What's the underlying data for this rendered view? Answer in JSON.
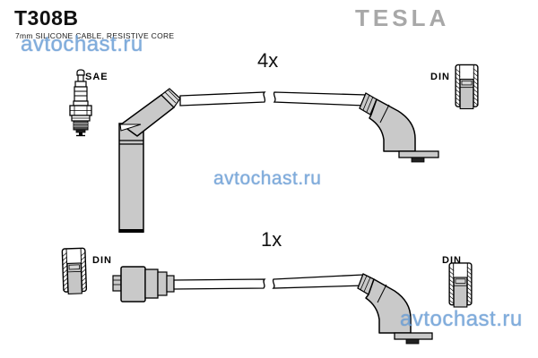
{
  "header": {
    "part_number": "T308B",
    "description": "7mm SILICONE CABLE, RESISTIVE CORE",
    "brand": "TESLA"
  },
  "watermark": {
    "text": "avtochast.ru",
    "color": "#6b9fd6"
  },
  "diagram": {
    "set_top": {
      "quantity": "4x",
      "left_end_standard": "SAE",
      "right_end_standard": "DIN",
      "left_icon": "spark-plug-icon",
      "right_icon": "din-connector-icon"
    },
    "set_bottom": {
      "quantity": "1x",
      "left_end_standard": "DIN",
      "right_end_standard": "DIN",
      "left_icon": "din-connector-icon",
      "right_icon": "din-connector-icon"
    }
  },
  "colors": {
    "boot_fill": "#c9c9c9",
    "line": "#000000",
    "brand_gray": "#a8a8a8",
    "watermark_blue": "#6b9fd6"
  }
}
